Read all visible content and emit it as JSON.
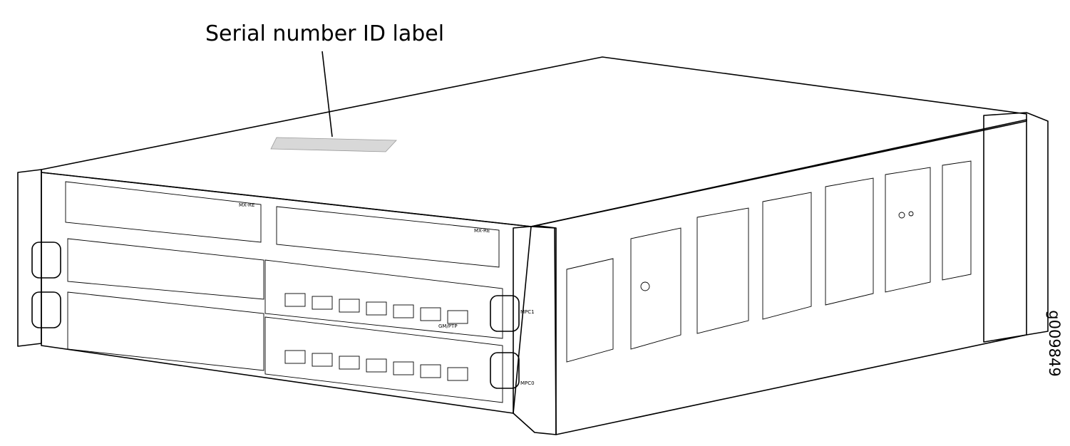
{
  "callout": {
    "label": "Serial number ID label"
  },
  "figure_id": "g009849",
  "device_labels": {
    "re": "MX-RE",
    "mpc1": "MPC1",
    "mpc0": "MPC0",
    "port_label": "GM/PTP"
  }
}
